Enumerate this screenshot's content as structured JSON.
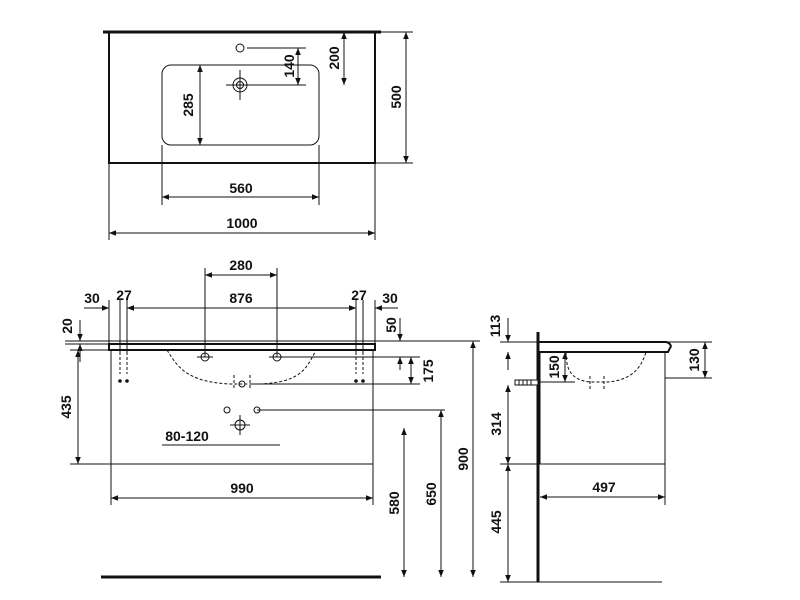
{
  "top_view": {
    "basin_width": "560",
    "basin_height": "285",
    "tap_hole_distance": "140",
    "tap_hole_to_back": "200",
    "total_depth": "500",
    "total_width": "1000"
  },
  "front_view": {
    "drain_spacing": "280",
    "mount_spacing": "876",
    "left_edge_offset": "30",
    "left_bolt_offset": "27",
    "right_bolt_offset": "27",
    "right_edge_offset": "30",
    "top_offset_left": "20",
    "top_offset_right": "50",
    "rail_drop": "175",
    "cabinet_height": "435",
    "waste_range": "80-120",
    "cabinet_width": "990",
    "height_580": "580",
    "height_650": "650",
    "height_900": "900"
  },
  "side_view": {
    "top_113": "113",
    "top_130": "130",
    "basin_150": "150",
    "mid_314": "314",
    "depth_497": "497",
    "bottom_445": "445"
  }
}
